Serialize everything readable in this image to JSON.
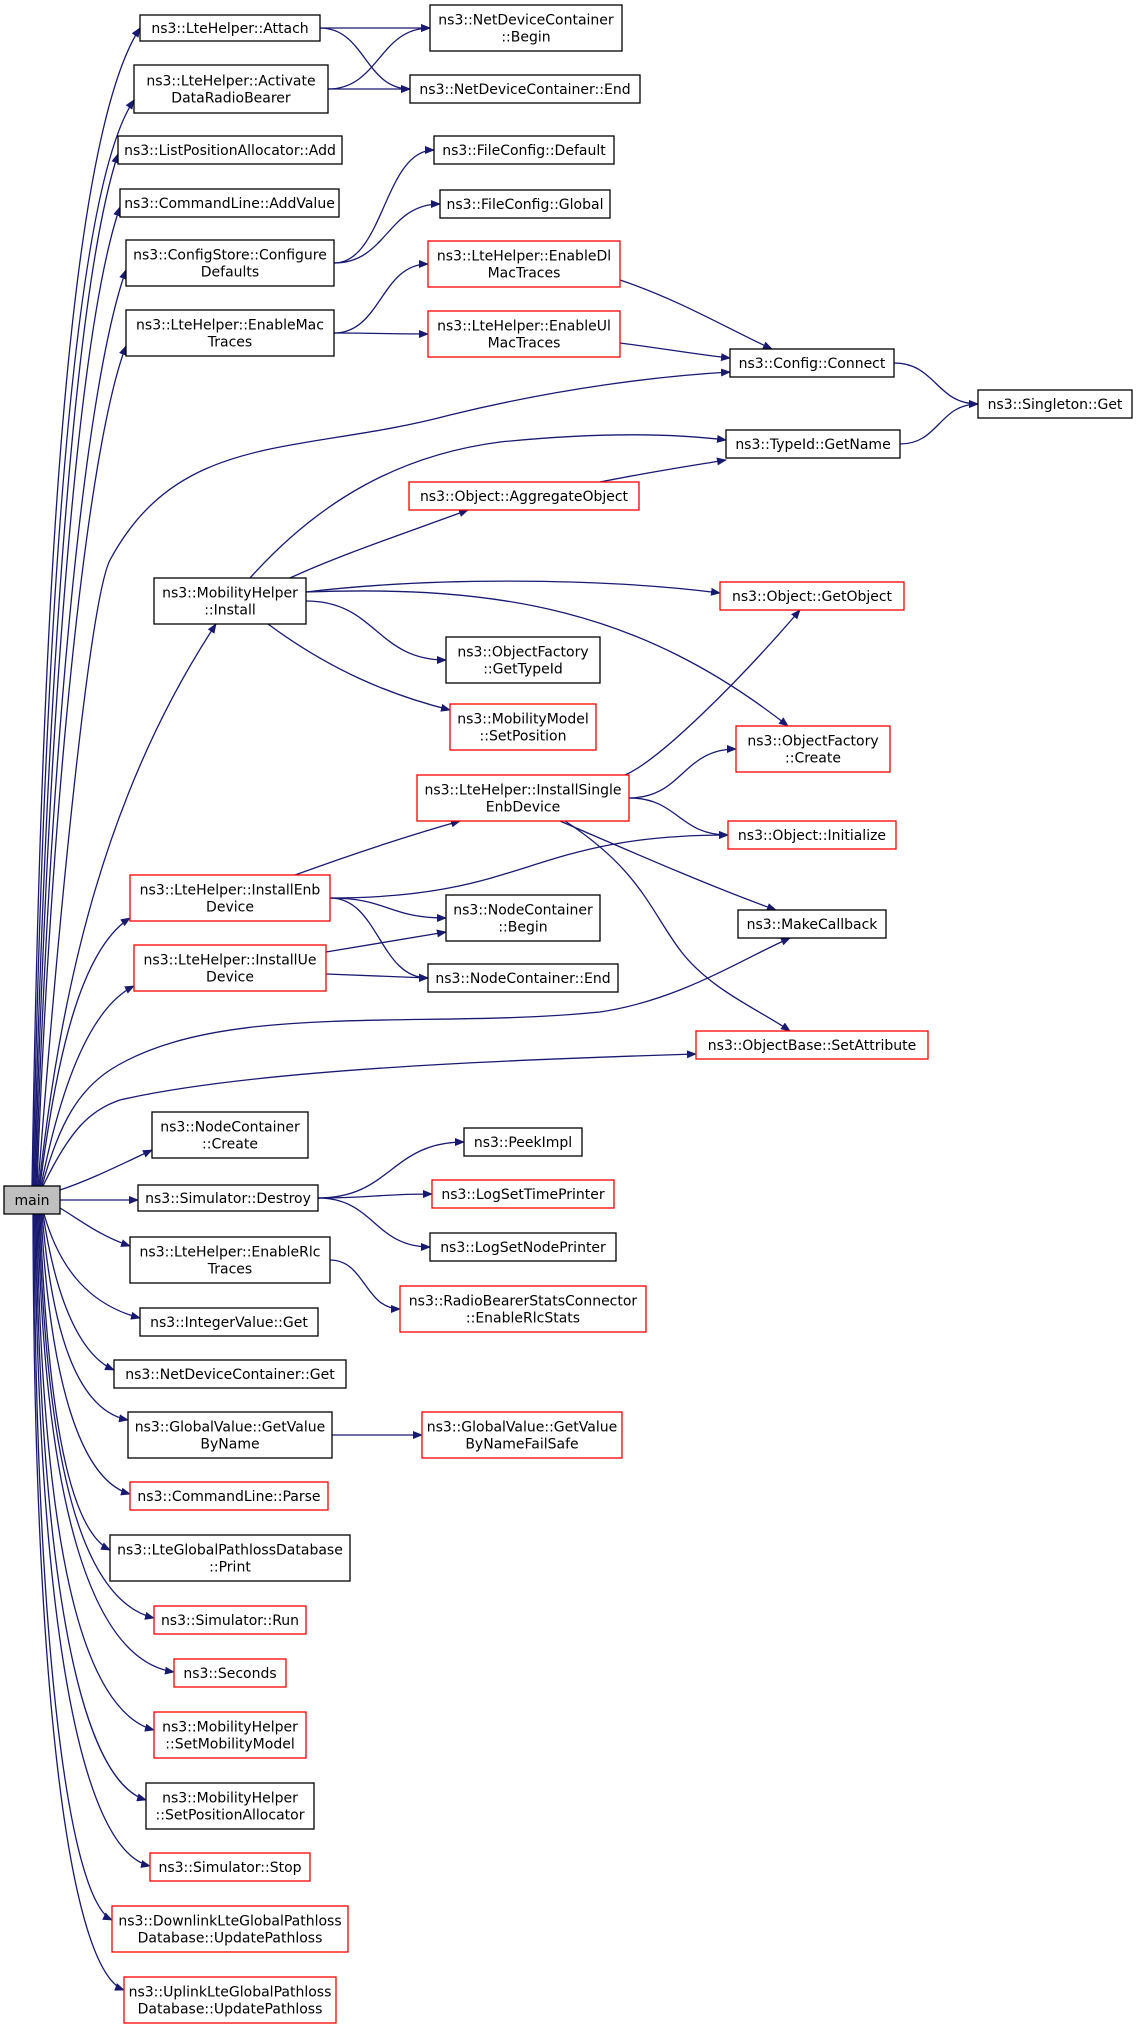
{
  "colors": {
    "edge": "#191970",
    "border_documented": "#000000",
    "border_undocumented": "#ff0000",
    "root_fill": "#bfbfbf",
    "node_fill": "#ffffff"
  },
  "nodes": [
    {
      "id": "main",
      "lines": [
        "main"
      ],
      "style": "root"
    },
    {
      "id": "attach",
      "lines": [
        "ns3::LteHelper::Attach"
      ],
      "style": "black"
    },
    {
      "id": "activate",
      "lines": [
        "ns3::LteHelper::Activate",
        "DataRadioBearer"
      ],
      "style": "black"
    },
    {
      "id": "ndc_begin",
      "lines": [
        "ns3::NetDeviceContainer",
        "::Begin"
      ],
      "style": "black"
    },
    {
      "id": "ndc_end",
      "lines": [
        "ns3::NetDeviceContainer::End"
      ],
      "style": "black"
    },
    {
      "id": "lpa_add",
      "lines": [
        "ns3::ListPositionAllocator::Add"
      ],
      "style": "black"
    },
    {
      "id": "cl_addvalue",
      "lines": [
        "ns3::CommandLine::AddValue"
      ],
      "style": "black"
    },
    {
      "id": "cs_configure",
      "lines": [
        "ns3::ConfigStore::Configure",
        "Defaults"
      ],
      "style": "black"
    },
    {
      "id": "fc_default",
      "lines": [
        "ns3::FileConfig::Default"
      ],
      "style": "black"
    },
    {
      "id": "fc_global",
      "lines": [
        "ns3::FileConfig::Global"
      ],
      "style": "black"
    },
    {
      "id": "enable_mac",
      "lines": [
        "ns3::LteHelper::EnableMac",
        "Traces"
      ],
      "style": "black"
    },
    {
      "id": "enable_dl",
      "lines": [
        "ns3::LteHelper::EnableDl",
        "MacTraces"
      ],
      "style": "red"
    },
    {
      "id": "enable_ul",
      "lines": [
        "ns3::LteHelper::EnableUl",
        "MacTraces"
      ],
      "style": "red"
    },
    {
      "id": "config_connect",
      "lines": [
        "ns3::Config::Connect"
      ],
      "style": "black"
    },
    {
      "id": "singleton_get",
      "lines": [
        "ns3::Singleton::Get"
      ],
      "style": "black"
    },
    {
      "id": "typeid_getname",
      "lines": [
        "ns3::TypeId::GetName"
      ],
      "style": "black"
    },
    {
      "id": "aggregate",
      "lines": [
        "ns3::Object::AggregateObject"
      ],
      "style": "red"
    },
    {
      "id": "mh_install",
      "lines": [
        "ns3::MobilityHelper",
        "::Install"
      ],
      "style": "black"
    },
    {
      "id": "getobject",
      "lines": [
        "ns3::Object::GetObject"
      ],
      "style": "red"
    },
    {
      "id": "of_gettypeid",
      "lines": [
        "ns3::ObjectFactory",
        "::GetTypeId"
      ],
      "style": "black"
    },
    {
      "id": "mm_setposition",
      "lines": [
        "ns3::MobilityModel",
        "::SetPosition"
      ],
      "style": "red"
    },
    {
      "id": "of_create",
      "lines": [
        "ns3::ObjectFactory",
        "::Create"
      ],
      "style": "red"
    },
    {
      "id": "install_single",
      "lines": [
        "ns3::LteHelper::InstallSingle",
        "EnbDevice"
      ],
      "style": "red"
    },
    {
      "id": "obj_initialize",
      "lines": [
        "ns3::Object::Initialize"
      ],
      "style": "red"
    },
    {
      "id": "install_enb",
      "lines": [
        "ns3::LteHelper::InstallEnb",
        "Device"
      ],
      "style": "red"
    },
    {
      "id": "make_callback",
      "lines": [
        "ns3::MakeCallback"
      ],
      "style": "black"
    },
    {
      "id": "nc_begin",
      "lines": [
        "ns3::NodeContainer",
        "::Begin"
      ],
      "style": "black"
    },
    {
      "id": "install_ue",
      "lines": [
        "ns3::LteHelper::InstallUe",
        "Device"
      ],
      "style": "red"
    },
    {
      "id": "nc_end",
      "lines": [
        "ns3::NodeContainer::End"
      ],
      "style": "black"
    },
    {
      "id": "ob_setattr",
      "lines": [
        "ns3::ObjectBase::SetAttribute"
      ],
      "style": "red"
    },
    {
      "id": "nc_create",
      "lines": [
        "ns3::NodeContainer",
        "::Create"
      ],
      "style": "black"
    },
    {
      "id": "peekimpl",
      "lines": [
        "ns3::PeekImpl"
      ],
      "style": "black"
    },
    {
      "id": "sim_destroy",
      "lines": [
        "ns3::Simulator::Destroy"
      ],
      "style": "black"
    },
    {
      "id": "log_time",
      "lines": [
        "ns3::LogSetTimePrinter"
      ],
      "style": "red"
    },
    {
      "id": "log_node",
      "lines": [
        "ns3::LogSetNodePrinter"
      ],
      "style": "black"
    },
    {
      "id": "enable_rlc",
      "lines": [
        "ns3::LteHelper::EnableRlc",
        "Traces"
      ],
      "style": "black"
    },
    {
      "id": "rbsc_enable",
      "lines": [
        "ns3::RadioBearerStatsConnector",
        "::EnableRlcStats"
      ],
      "style": "red"
    },
    {
      "id": "iv_get",
      "lines": [
        "ns3::IntegerValue::Get"
      ],
      "style": "black"
    },
    {
      "id": "ndc_get",
      "lines": [
        "ns3::NetDeviceContainer::Get"
      ],
      "style": "black"
    },
    {
      "id": "gv_getvalue",
      "lines": [
        "ns3::GlobalValue::GetValue",
        "ByName"
      ],
      "style": "black"
    },
    {
      "id": "gv_failsafe",
      "lines": [
        "ns3::GlobalValue::GetValue",
        "ByNameFailSafe"
      ],
      "style": "red"
    },
    {
      "id": "cl_parse",
      "lines": [
        "ns3::CommandLine::Parse"
      ],
      "style": "red"
    },
    {
      "id": "lgpd_print",
      "lines": [
        "ns3::LteGlobalPathlossDatabase",
        "::Print"
      ],
      "style": "black"
    },
    {
      "id": "sim_run",
      "lines": [
        "ns3::Simulator::Run"
      ],
      "style": "red"
    },
    {
      "id": "seconds",
      "lines": [
        "ns3::Seconds"
      ],
      "style": "red"
    },
    {
      "id": "mh_setmodel",
      "lines": [
        "ns3::MobilityHelper",
        "::SetMobilityModel"
      ],
      "style": "red"
    },
    {
      "id": "mh_setalloc",
      "lines": [
        "ns3::MobilityHelper",
        "::SetPositionAllocator"
      ],
      "style": "black"
    },
    {
      "id": "sim_stop",
      "lines": [
        "ns3::Simulator::Stop"
      ],
      "style": "red"
    },
    {
      "id": "dl_update",
      "lines": [
        "ns3::DownlinkLteGlobalPathloss",
        "Database::UpdatePathloss"
      ],
      "style": "red"
    },
    {
      "id": "ul_update",
      "lines": [
        "ns3::UplinkLteGlobalPathloss",
        "Database::UpdatePathloss"
      ],
      "style": "red"
    }
  ],
  "edges": [
    [
      "main",
      "attach"
    ],
    [
      "main",
      "activate"
    ],
    [
      "main",
      "lpa_add"
    ],
    [
      "main",
      "cl_addvalue"
    ],
    [
      "main",
      "cs_configure"
    ],
    [
      "main",
      "enable_mac"
    ],
    [
      "main",
      "config_connect"
    ],
    [
      "main",
      "mh_install"
    ],
    [
      "main",
      "install_enb"
    ],
    [
      "main",
      "install_ue"
    ],
    [
      "main",
      "make_callback"
    ],
    [
      "main",
      "ob_setattr"
    ],
    [
      "main",
      "nc_create"
    ],
    [
      "main",
      "sim_destroy"
    ],
    [
      "main",
      "enable_rlc"
    ],
    [
      "main",
      "iv_get"
    ],
    [
      "main",
      "ndc_get"
    ],
    [
      "main",
      "gv_getvalue"
    ],
    [
      "main",
      "cl_parse"
    ],
    [
      "main",
      "lgpd_print"
    ],
    [
      "main",
      "sim_run"
    ],
    [
      "main",
      "seconds"
    ],
    [
      "main",
      "mh_setmodel"
    ],
    [
      "main",
      "mh_setalloc"
    ],
    [
      "main",
      "sim_stop"
    ],
    [
      "main",
      "dl_update"
    ],
    [
      "main",
      "ul_update"
    ],
    [
      "attach",
      "ndc_begin"
    ],
    [
      "attach",
      "ndc_end"
    ],
    [
      "activate",
      "ndc_begin"
    ],
    [
      "activate",
      "ndc_end"
    ],
    [
      "cs_configure",
      "fc_default"
    ],
    [
      "cs_configure",
      "fc_global"
    ],
    [
      "enable_mac",
      "enable_dl"
    ],
    [
      "enable_mac",
      "enable_ul"
    ],
    [
      "enable_dl",
      "config_connect"
    ],
    [
      "enable_ul",
      "config_connect"
    ],
    [
      "config_connect",
      "singleton_get"
    ],
    [
      "typeid_getname",
      "singleton_get"
    ],
    [
      "mh_install",
      "typeid_getname"
    ],
    [
      "mh_install",
      "aggregate"
    ],
    [
      "aggregate",
      "typeid_getname"
    ],
    [
      "mh_install",
      "getobject"
    ],
    [
      "mh_install",
      "of_gettypeid"
    ],
    [
      "mh_install",
      "mm_setposition"
    ],
    [
      "mh_install",
      "of_create"
    ],
    [
      "install_single",
      "getobject"
    ],
    [
      "install_single",
      "of_create"
    ],
    [
      "install_single",
      "obj_initialize"
    ],
    [
      "install_single",
      "make_callback"
    ],
    [
      "install_single",
      "ob_setattr"
    ],
    [
      "install_enb",
      "install_single"
    ],
    [
      "install_enb",
      "obj_initialize"
    ],
    [
      "install_enb",
      "nc_begin"
    ],
    [
      "install_enb",
      "nc_end"
    ],
    [
      "install_ue",
      "nc_begin"
    ],
    [
      "install_ue",
      "nc_end"
    ],
    [
      "sim_destroy",
      "peekimpl"
    ],
    [
      "sim_destroy",
      "log_time"
    ],
    [
      "sim_destroy",
      "log_node"
    ],
    [
      "enable_rlc",
      "rbsc_enable"
    ],
    [
      "gv_getvalue",
      "gv_failsafe"
    ]
  ]
}
